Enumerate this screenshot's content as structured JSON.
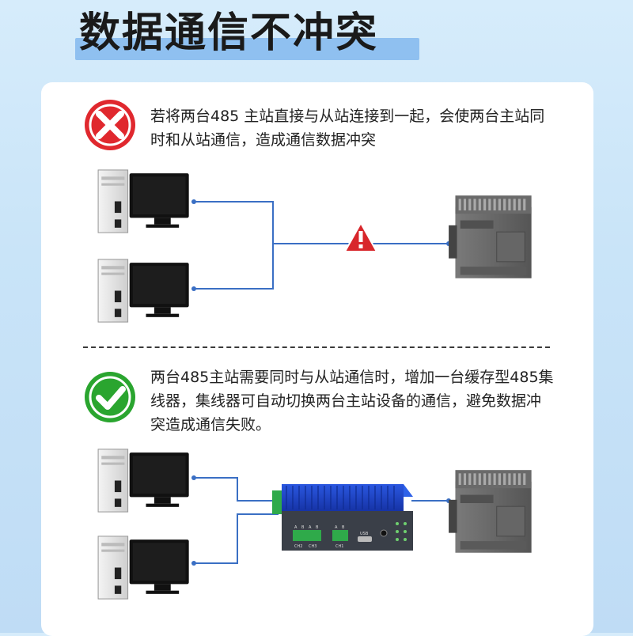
{
  "title": "数据通信不冲突",
  "bad_case": {
    "text": "若将两台485 主站直接与从站连接到一起，会使两台主站同时和从站通信，造成通信数据冲突",
    "icon": "cross-icon",
    "icon_color": "#e0282e",
    "warning_icon": "warning-triangle-icon"
  },
  "good_case": {
    "text": "两台485主站需要同时与从站通信时，增加一台缓存型485集线器，集线器可自动切换两台主站设备的通信，避免数据冲突造成通信失败。",
    "icon": "check-icon",
    "icon_color": "#2aa52f"
  },
  "hub": {
    "port_labels": [
      "A",
      "B",
      "A",
      "B",
      "A",
      "B"
    ],
    "ch_labels": [
      "CH2",
      "CH3",
      "CH1"
    ],
    "usb_label": "USB",
    "body_color": "#1f46c8",
    "terminal_color": "#2faa4a"
  },
  "colors": {
    "line": "#3a6fc4",
    "card": "#ffffff",
    "title_underline": "#8fc0f0"
  }
}
